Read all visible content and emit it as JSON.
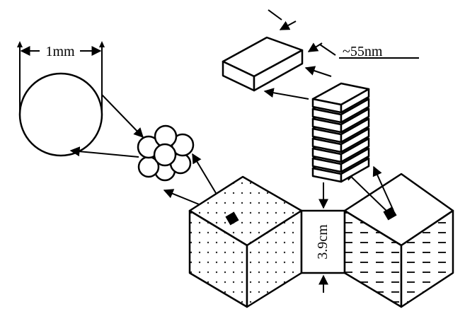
{
  "labels": {
    "diameter": "1mm",
    "thickness": "~55nm",
    "height": "3.9cm"
  },
  "colors": {
    "ink": "#000000",
    "background": "#ffffff"
  }
}
